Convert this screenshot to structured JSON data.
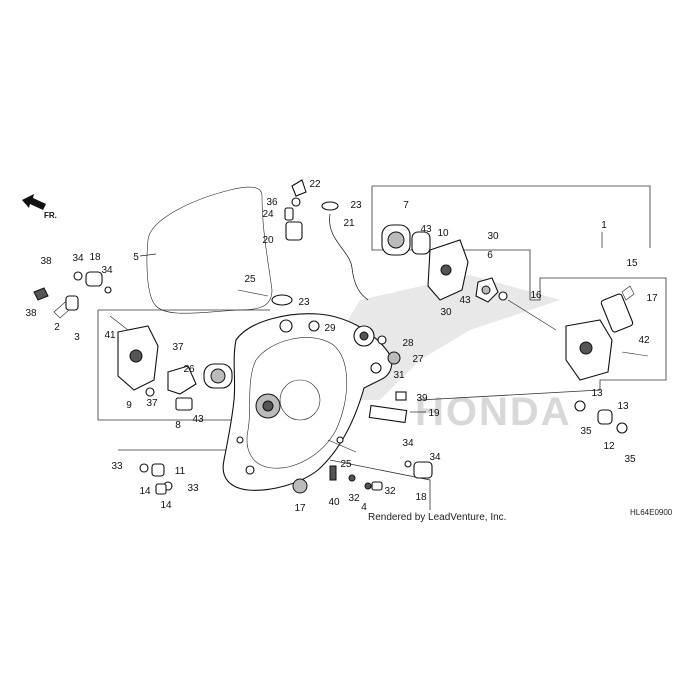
{
  "diagram": {
    "direction_label": "FR.",
    "footer_credit": "Rendered by LeadVenture, Inc.",
    "diagram_code": "HL64E0900",
    "watermark_brand": "HONDA",
    "colors": {
      "ink": "#111111",
      "background": "#ffffff",
      "watermark": "#cfcfcf"
    },
    "callouts": [
      {
        "id": "c1",
        "label": "1"
      },
      {
        "id": "c2",
        "label": "2"
      },
      {
        "id": "c3",
        "label": "3"
      },
      {
        "id": "c4",
        "label": "4"
      },
      {
        "id": "c5",
        "label": "5"
      },
      {
        "id": "c6",
        "label": "6"
      },
      {
        "id": "c7",
        "label": "7"
      },
      {
        "id": "c8",
        "label": "8"
      },
      {
        "id": "c9",
        "label": "9"
      },
      {
        "id": "c10",
        "label": "10"
      },
      {
        "id": "c11",
        "label": "11"
      },
      {
        "id": "c12",
        "label": "12"
      },
      {
        "id": "c13a",
        "label": "13"
      },
      {
        "id": "c13b",
        "label": "13"
      },
      {
        "id": "c14a",
        "label": "14"
      },
      {
        "id": "c14b",
        "label": "14"
      },
      {
        "id": "c15",
        "label": "15"
      },
      {
        "id": "c16",
        "label": "16"
      },
      {
        "id": "c17a",
        "label": "17"
      },
      {
        "id": "c17b",
        "label": "17"
      },
      {
        "id": "c18a",
        "label": "18"
      },
      {
        "id": "c18b",
        "label": "18"
      },
      {
        "id": "c19",
        "label": "19"
      },
      {
        "id": "c20",
        "label": "20"
      },
      {
        "id": "c21",
        "label": "21"
      },
      {
        "id": "c22",
        "label": "22"
      },
      {
        "id": "c23a",
        "label": "23"
      },
      {
        "id": "c23b",
        "label": "23"
      },
      {
        "id": "c24",
        "label": "24"
      },
      {
        "id": "c25a",
        "label": "25"
      },
      {
        "id": "c25b",
        "label": "25"
      },
      {
        "id": "c26",
        "label": "26"
      },
      {
        "id": "c27",
        "label": "27"
      },
      {
        "id": "c28",
        "label": "28"
      },
      {
        "id": "c29",
        "label": "29"
      },
      {
        "id": "c30a",
        "label": "30"
      },
      {
        "id": "c30b",
        "label": "30"
      },
      {
        "id": "c31",
        "label": "31"
      },
      {
        "id": "c32a",
        "label": "32"
      },
      {
        "id": "c32b",
        "label": "32"
      },
      {
        "id": "c33a",
        "label": "33"
      },
      {
        "id": "c33b",
        "label": "33"
      },
      {
        "id": "c34a",
        "label": "34"
      },
      {
        "id": "c34b",
        "label": "34"
      },
      {
        "id": "c34c",
        "label": "34"
      },
      {
        "id": "c34d",
        "label": "34"
      },
      {
        "id": "c35a",
        "label": "35"
      },
      {
        "id": "c35b",
        "label": "35"
      },
      {
        "id": "c36",
        "label": "36"
      },
      {
        "id": "c37a",
        "label": "37"
      },
      {
        "id": "c37b",
        "label": "37"
      },
      {
        "id": "c38a",
        "label": "38"
      },
      {
        "id": "c38b",
        "label": "38"
      },
      {
        "id": "c39",
        "label": "39"
      },
      {
        "id": "c40",
        "label": "40"
      },
      {
        "id": "c41",
        "label": "41"
      },
      {
        "id": "c42",
        "label": "42"
      },
      {
        "id": "c43a",
        "label": "43"
      },
      {
        "id": "c43b",
        "label": "43"
      },
      {
        "id": "c43c",
        "label": "43"
      }
    ]
  }
}
